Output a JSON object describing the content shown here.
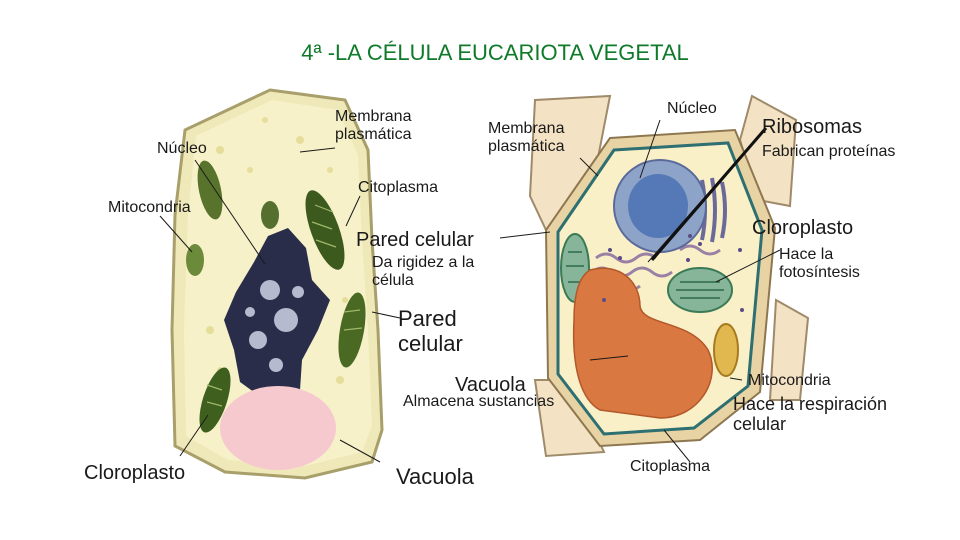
{
  "title": "4ª -LA CÉLULA EUCARIOTA VEGETAL",
  "photo_cell": {
    "nucleo": "Núcleo",
    "membrana_plasmatica": [
      "Membrana",
      "plasmática"
    ],
    "mitocondria": "Mitocondria",
    "citoplasma": "Citoplasma",
    "cloroplasto": "Cloroplasto",
    "vacuola": "Vacuola",
    "pared_celular": [
      "Pared",
      "celular"
    ]
  },
  "drawn_cell": {
    "membrana_plasmatica": [
      "Membrana",
      "plasmática"
    ],
    "nucleo": "Núcleo",
    "ribosomas": "Ribosomas",
    "ribosomas_fn": "Fabrican proteínas",
    "pared_celular": "Pared celular",
    "pared_celular_fn": [
      "Da rigidez a la",
      "célula"
    ],
    "cloroplasto": "Cloroplasto",
    "cloroplasto_fn": [
      "Hace la",
      "fotosíntesis"
    ],
    "vacuola": "Vacuola",
    "vacuola_fn": "Almacena sustancias",
    "mitocondria": "Mitocondria",
    "mitocondria_fn": [
      "Hace la respiración",
      "celular"
    ],
    "citoplasma": "Citoplasma"
  }
}
